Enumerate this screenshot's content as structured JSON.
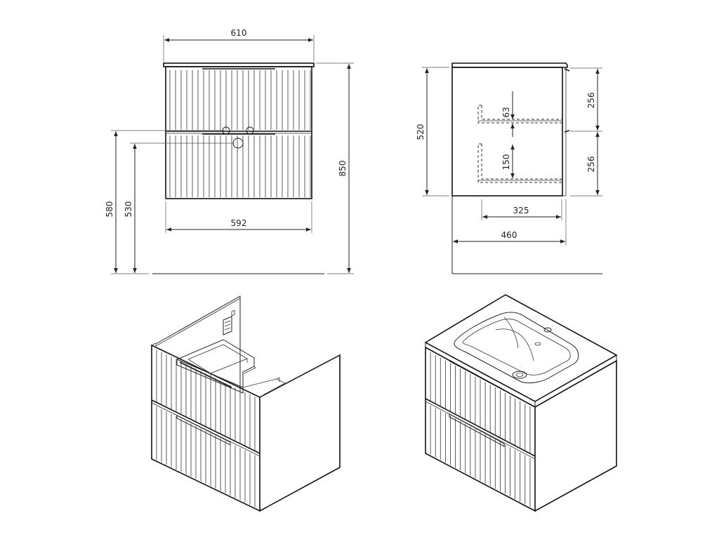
{
  "dimensions": {
    "width_top": "610",
    "width_bottom": "592",
    "height_total": "850",
    "height_580": "580",
    "height_530": "530",
    "side_height": "520",
    "side_drawer_top": "256",
    "side_drawer_bottom": "256",
    "side_63": "63",
    "side_150": "150",
    "side_inner_depth": "325",
    "side_depth": "460"
  }
}
